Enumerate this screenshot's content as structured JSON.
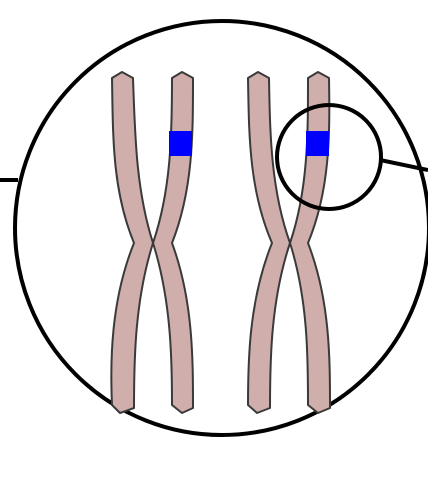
{
  "colors": {
    "background": "#ffffff",
    "outline": "#000000",
    "chromosome_fill": "#cfaeab",
    "chromosome_stroke": "#3a3a3a",
    "band": "#0000ff"
  },
  "chromosomes": [
    {
      "name": "chromosome-left",
      "band": "marked-band"
    },
    {
      "name": "chromosome-right",
      "band": "marked-band",
      "magnified": true
    }
  ]
}
